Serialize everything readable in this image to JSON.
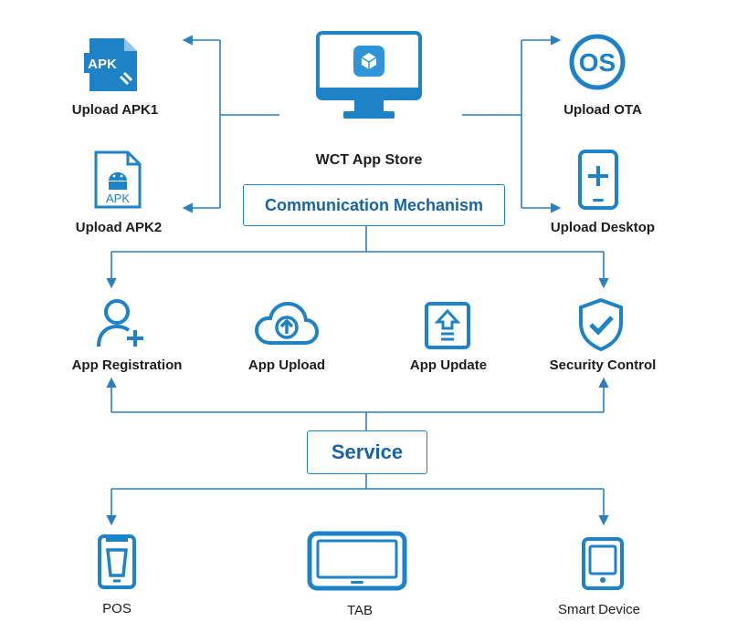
{
  "colors": {
    "primary": "#1d82c6",
    "line": "#2a7fc2",
    "text": "#1d1d1f",
    "box_text": "#1763a8"
  },
  "top": {
    "center": {
      "label": "WCT App Store",
      "icon": "monitor-icon"
    },
    "left": [
      {
        "label": "Upload APK1",
        "icon": "apk-file-icon"
      },
      {
        "label": "Upload APK2",
        "icon": "android-apk-icon"
      }
    ],
    "right": [
      {
        "label": "Upload OTA",
        "icon": "os-icon"
      },
      {
        "label": "Upload Desktop",
        "icon": "phone-plus-icon"
      }
    ]
  },
  "mechanism": {
    "title": "Communication Mechanism"
  },
  "features": [
    {
      "label": "App Registration",
      "icon": "add-user-icon"
    },
    {
      "label": "App Upload",
      "icon": "cloud-upload-icon"
    },
    {
      "label": "App Update",
      "icon": "update-icon"
    },
    {
      "label": "Security Control",
      "icon": "shield-check-icon"
    }
  ],
  "service": {
    "title": "Service"
  },
  "devices": [
    {
      "label": "POS",
      "icon": "pos-icon"
    },
    {
      "label": "TAB",
      "icon": "tablet-icon"
    },
    {
      "label": "Smart Device",
      "icon": "smart-device-icon"
    }
  ]
}
